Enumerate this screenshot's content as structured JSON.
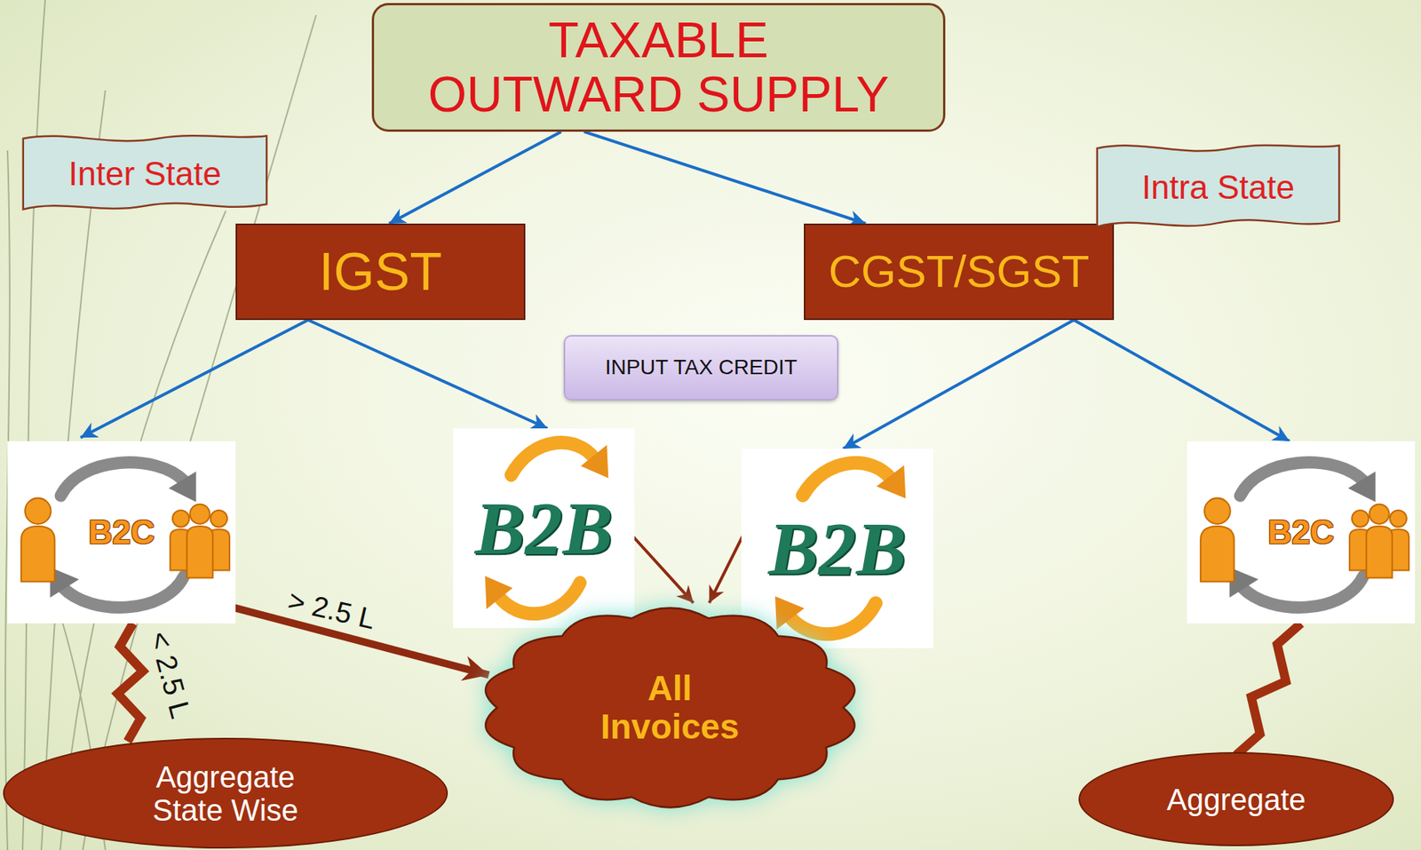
{
  "diagram": {
    "nodes": [
      {
        "text": [
          "TAXABLE OUTWARD SUPPLY"
        ]
      },
      {
        "text": [
          "Inter State"
        ]
      },
      {
        "text": [
          "IGST"
        ]
      },
      {
        "text": [
          "CGST/SGST"
        ]
      },
      {
        "text": [
          "Intra State"
        ]
      },
      {
        "text": [
          "INPUT TAX CREDIT"
        ]
      },
      {
        "text": [
          "B2C"
        ]
      },
      {
        "text": [
          "B2B"
        ]
      },
      {
        "text": [
          "B2B"
        ]
      },
      {
        "text": [
          "B2C"
        ]
      },
      {
        "text": [
          "All Invoices"
        ]
      },
      {
        "text": [
          "Aggregate State Wise"
        ]
      },
      {
        "text": [
          "Aggregate"
        ]
      }
    ],
    "edges": [
      {
        "from": 0,
        "to": 2,
        "arrow": "to"
      },
      {
        "from": 0,
        "to": 3,
        "arrow": "to"
      },
      {
        "from": 2,
        "to": 6,
        "arrow": "to"
      },
      {
        "from": 2,
        "to": 7,
        "arrow": "to"
      },
      {
        "from": 3,
        "to": 8,
        "arrow": "to"
      },
      {
        "from": 3,
        "to": 9,
        "arrow": "to"
      },
      {
        "from": 7,
        "to": 10,
        "arrow": "to"
      },
      {
        "from": 8,
        "to": 10,
        "arrow": "to"
      },
      {
        "from": 6,
        "to": 10,
        "label": "> 2.5 L",
        "arrow": "to"
      },
      {
        "from": 11,
        "to": 6,
        "label": "< 2.5 L",
        "arrow": "none"
      },
      {
        "from": 12,
        "to": 9,
        "arrow": "none"
      }
    ]
  }
}
